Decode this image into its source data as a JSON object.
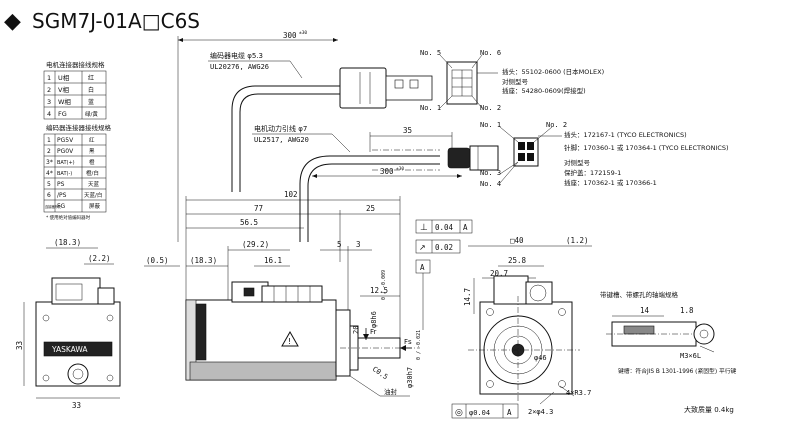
{
  "header": {
    "bullet": "◆",
    "title": "SGM7J-01A□C6S"
  },
  "motor_wiring": {
    "title": "电机连接器接线规格",
    "rows": [
      {
        "pin": "1",
        "name": "U相",
        "color": "红"
      },
      {
        "pin": "2",
        "name": "V相",
        "color": "白"
      },
      {
        "pin": "3",
        "name": "W相",
        "color": "蓝"
      },
      {
        "pin": "4",
        "name": "FG",
        "color": "绿/黄"
      }
    ]
  },
  "encoder_wiring": {
    "title": "编码器连接器接线规格",
    "rows": [
      {
        "pin": "1",
        "name": "PG5V",
        "color": "红"
      },
      {
        "pin": "2",
        "name": "PG0V",
        "color": "黑"
      },
      {
        "pin": "3*",
        "name": "BAT(+)",
        "color": "橙"
      },
      {
        "pin": "4*",
        "name": "BAT(-)",
        "color": "橙/白"
      },
      {
        "pin": "5",
        "name": "PS",
        "color": "天蓝"
      },
      {
        "pin": "6",
        "name": "/PS",
        "color": "天蓝/白"
      },
      {
        "pin": "连接器外壳",
        "name": "FG",
        "color": "屏蔽"
      }
    ],
    "note": "* 使用绝对值编码器时"
  },
  "encoder_cable": {
    "length": "300",
    "tolerance": "±30",
    "label1": "编码器电缆 φ5.3",
    "label2": "UL20276, AWG26"
  },
  "power_cable": {
    "label1": "电机动力引线 φ7",
    "label2": "UL2517, AWG20",
    "length": "300",
    "tolerance": "±30",
    "dim35": "35"
  },
  "encoder_connector": {
    "no5": "No. 5",
    "no6": "No. 6",
    "no1": "No. 1",
    "no2": "No. 2",
    "plug": "插头：55102-0600 (日本MOLEX)",
    "mating_title": "对侧型号",
    "mating": "插座：54280-0609(焊接型)"
  },
  "power_connector": {
    "no1": "No. 1",
    "no2": "No. 2",
    "no3": "No. 3",
    "no4": "No. 4",
    "plug": "插头：172167-1 (TYCO ELECTRONICS)",
    "pin": "针脚：170360-1 或 170364-1 (TYCO ELECTRONICS)",
    "mating_title": "对侧型号",
    "mating1": "保护盖：172159-1",
    "mating2": "插座：170362-1 或 170366-1"
  },
  "dimensions": {
    "d102": "102",
    "d77": "77",
    "d25": "25",
    "d565": "56.5",
    "d292": "(29.2)",
    "d161": "16.1",
    "d5": "5",
    "d3": "3",
    "d183a": "(18.3)",
    "d183b": "(18.3)",
    "d22": "(2.2)",
    "d05": "(0.5)",
    "d125": "12.5",
    "d33a": "33",
    "d33b": "33",
    "d40": "□40",
    "d12": "(1.2)",
    "d258": "25.8",
    "d207": "20.7",
    "d147": "14.7",
    "d46": "φ46",
    "d437": "4×R3.7",
    "d243": "2×φ4.3",
    "shaft": "φ8h6",
    "shaft_tol": "0 / -0.009",
    "boss": "φ30h7",
    "boss_tol": "0 / -0.021",
    "c05": "C0.5",
    "fr": "Fr",
    "fs": "Fs",
    "d20": "20",
    "oil_seal": "油封",
    "gdt1_sym": "⊥",
    "gdt1_val": "0.04",
    "gdt1_ref": "A",
    "gdt2_sym": "↗",
    "gdt2_val": "0.02",
    "datum": "A",
    "gdt3_sym": "◎",
    "gdt3_val": "φ0.04",
    "gdt3_ref": "A"
  },
  "keyway": {
    "title": "带键槽、带螺孔的轴端规格",
    "d14": "14",
    "d18": "1.8",
    "thread": "M3×6L",
    "note": "键槽：符合JIS B 1301-1996 (紧固型) 平行键"
  },
  "logo": "YASKAWA",
  "mass": "大致质量 0.4kg"
}
